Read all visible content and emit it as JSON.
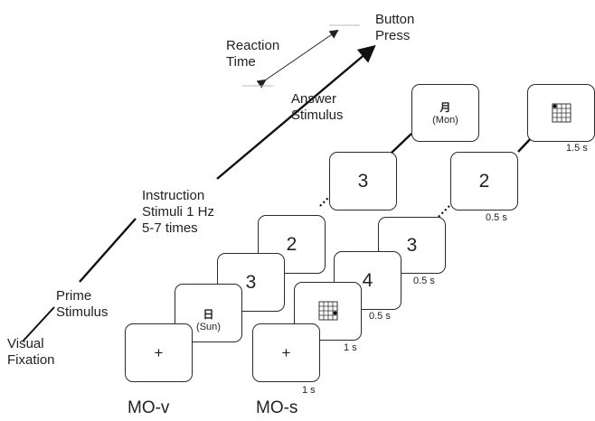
{
  "timeline": {
    "visual_fixation": "Visual\nFixation",
    "prime_stimulus": "Prime\nStimulus",
    "instruction_stimuli": "Instruction\nStimuli 1 Hz\n5-7 times",
    "answer_stimulus": "Answer\nStimulus",
    "reaction_time": "Reaction\nTime",
    "button_press": "Button\nPress"
  },
  "mo_v": {
    "fixation": "+",
    "prime_char": "日",
    "prime_sub": "(Sun)",
    "instructions": [
      "3",
      "2",
      "3"
    ],
    "answer_char": "月",
    "answer_sub": "(Mon)",
    "condition": "MO-v"
  },
  "mo_s": {
    "fixation": "+",
    "instructions": [
      "4",
      "3",
      "2"
    ],
    "condition": "MO-s",
    "times": {
      "fixation": "1 s",
      "prime": "1 s",
      "instr1": "0.5 s",
      "instr2": "0.5 s",
      "instr3": "0.5 s",
      "answer": "1.5 s"
    }
  }
}
